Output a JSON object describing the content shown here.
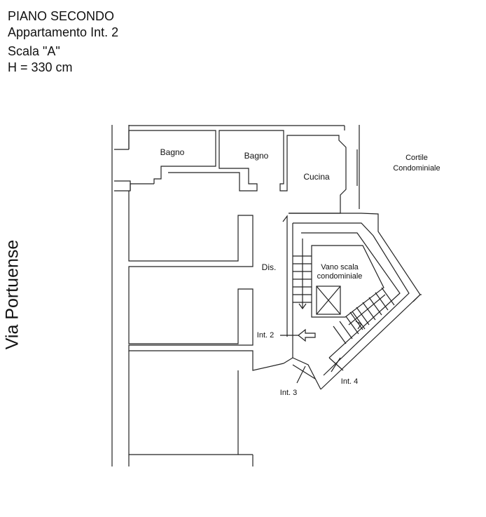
{
  "header": {
    "line1": "PIANO SECONDO",
    "line2": "Appartamento Int. 2",
    "line3": "Scala \"A\"",
    "line4": "H = 330 cm"
  },
  "street_label": "Via Portuense",
  "rooms": {
    "bagno_1": "Bagno",
    "bagno_2": "Bagno",
    "cucina": "Cucina",
    "cortile_1": "Cortile",
    "cortile_2": "Condominiale",
    "dis": "Dis.",
    "vano_1": "Vano scala",
    "vano_2": "condominiale"
  },
  "units": {
    "int2": "Int. 2",
    "int3": "Int. 3",
    "int4": "Int. 4"
  },
  "colors": {
    "line": "#222222",
    "background": "#ffffff"
  }
}
